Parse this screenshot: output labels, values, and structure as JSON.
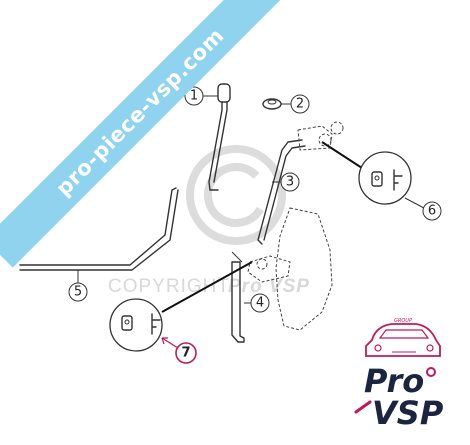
{
  "watermark": {
    "banner_text": "pro-piece-vsp.com",
    "copyright_text": "COPYRIGHT",
    "brand_text": "Pro VSP"
  },
  "callouts": [
    "1",
    "2",
    "3",
    "4",
    "5",
    "6",
    "7"
  ],
  "logo": {
    "group_text": "GROUP",
    "line1": "Pro",
    "line2": "VSP"
  },
  "colors": {
    "banner": "#8fd3ee",
    "highlight": "#c2185b",
    "logo_dark": "#1b2540"
  }
}
